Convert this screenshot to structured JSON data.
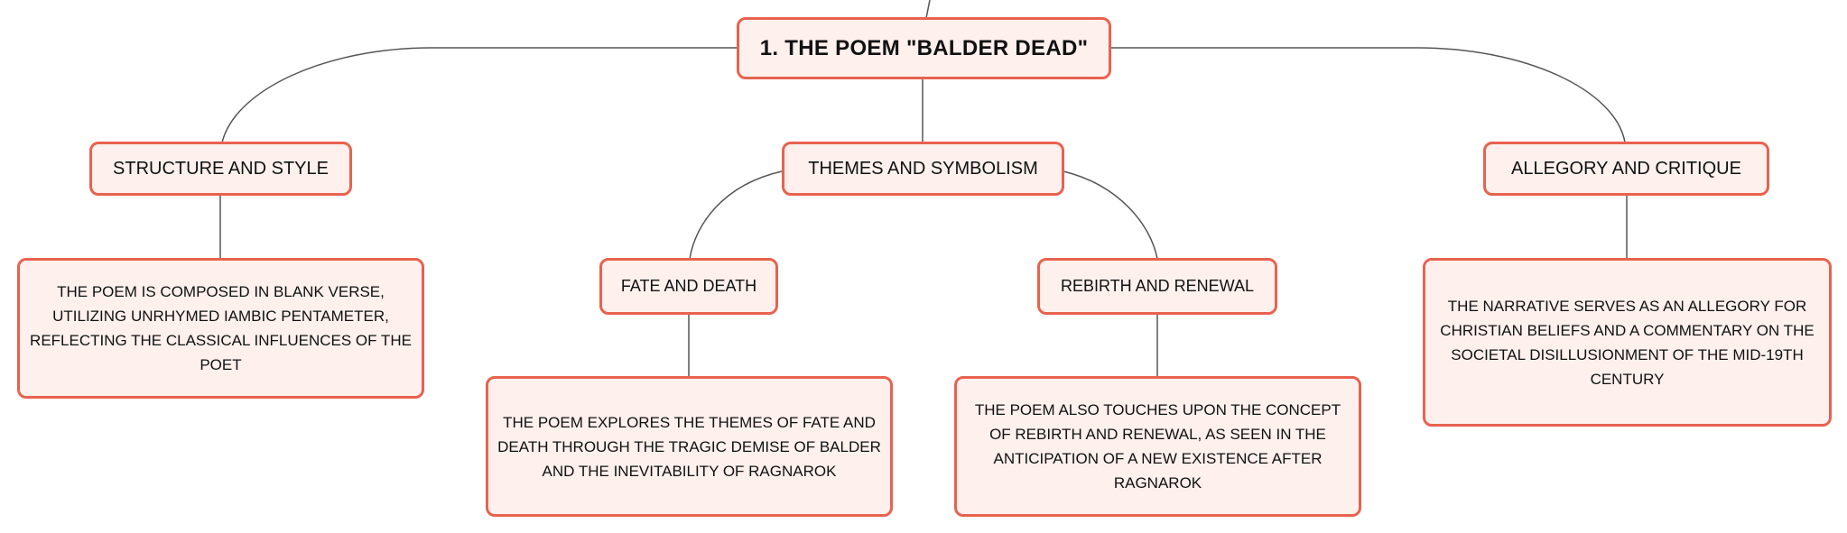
{
  "diagram": {
    "root": {
      "label": "1. THE POEM \"BALDER DEAD\""
    },
    "branches": [
      {
        "label": "STRUCTURE AND STYLE",
        "detail": "THE POEM IS COMPOSED IN BLANK VERSE, UTILIZING UNRHYMED IAMBIC PENTAMETER, REFLECTING THE CLASSICAL INFLUENCES OF THE POET"
      },
      {
        "label": "THEMES AND SYMBOLISM",
        "children": [
          {
            "label": "FATE AND DEATH",
            "detail": "THE POEM EXPLORES THE THEMES OF FATE AND DEATH THROUGH THE TRAGIC DEMISE OF BALDER AND THE INEVITABILITY OF RAGNAROK"
          },
          {
            "label": "REBIRTH AND RENEWAL",
            "detail": "THE POEM ALSO TOUCHES UPON THE CONCEPT OF REBIRTH AND RENEWAL, AS SEEN IN THE ANTICIPATION OF A NEW EXISTENCE AFTER RAGNAROK"
          }
        ]
      },
      {
        "label": "ALLEGORY AND CRITIQUE",
        "detail": "THE NARRATIVE SERVES AS AN ALLEGORY FOR CHRISTIAN BELIEFS AND A COMMENTARY ON THE SOCIETAL DISILLUSIONMENT OF THE MID-19TH CENTURY"
      }
    ],
    "colors": {
      "node_border": "#e8624f",
      "node_fill": "#fdf0ed",
      "connector": "#555555",
      "text": "#111111"
    }
  }
}
